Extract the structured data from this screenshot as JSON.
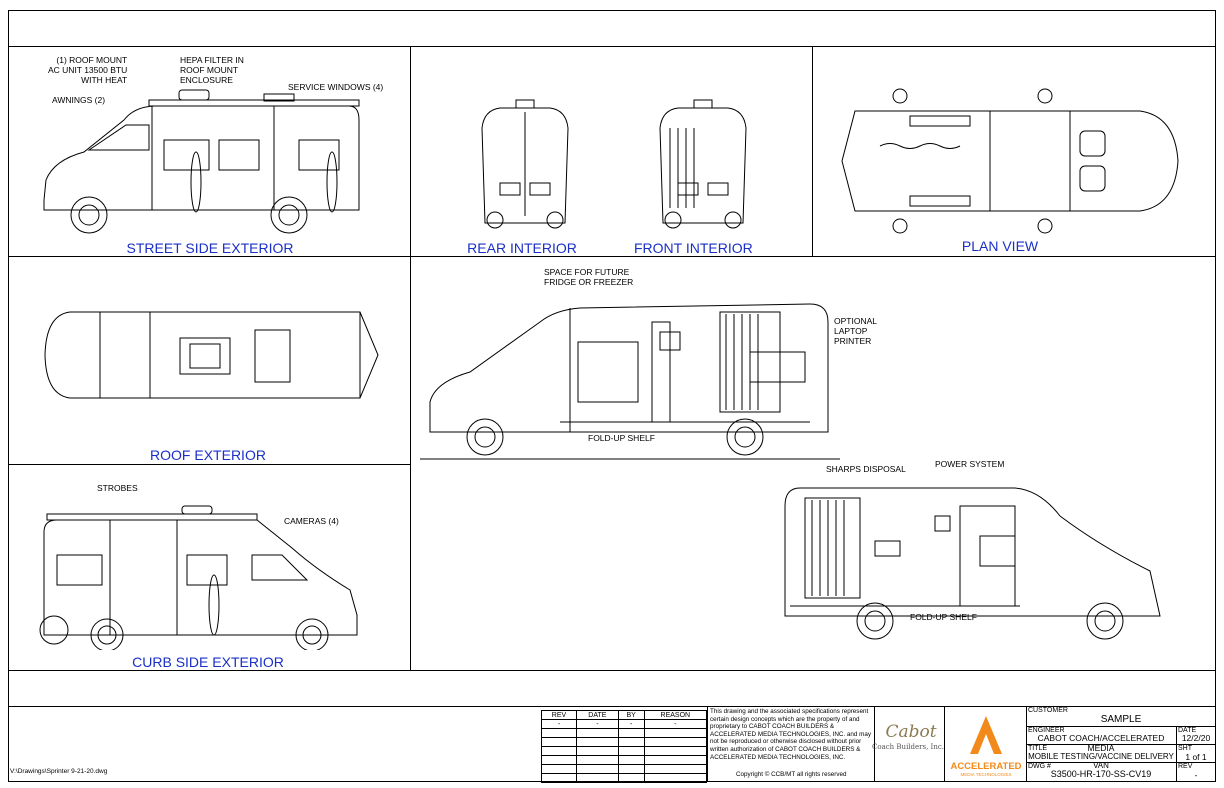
{
  "views": {
    "street_side": {
      "caption": "STREET SIDE EXTERIOR",
      "notes": {
        "ac": "(1) ROOF MOUNT\nAC UNIT 13500 BTU\nWITH HEAT",
        "hepa": "HEPA FILTER IN\nROOF MOUNT\nENCLOSURE",
        "windows": "SERVICE WINDOWS (4)",
        "awnings": "AWNINGS (2)"
      }
    },
    "rear_interior": {
      "caption": "REAR INTERIOR"
    },
    "front_interior": {
      "caption": "FRONT INTERIOR"
    },
    "plan": {
      "caption": "PLAN VIEW"
    },
    "roof": {
      "caption": "ROOF EXTERIOR"
    },
    "curb_side": {
      "caption": "CURB SIDE EXTERIOR",
      "notes": {
        "strobes": "STROBES",
        "cameras": "CAMERAS (4)"
      }
    },
    "interior_cut_1": {
      "notes": {
        "fridge": "SPACE FOR FUTURE\nFRIDGE OR FREEZER",
        "laptop": "OPTIONAL\nLAPTOP\nPRINTER",
        "shelf": "FOLD-UP SHELF"
      }
    },
    "interior_cut_2": {
      "notes": {
        "sharps": "SHARPS DISPOSAL",
        "power": "POWER SYSTEM",
        "shelf": "FOLD-UP SHELF"
      }
    }
  },
  "title_block": {
    "file_path": "V:\\Drawings\\Sprinter 9-21-20.dwg",
    "rev_headers": [
      "REV",
      "DATE",
      "BY",
      "REASON"
    ],
    "rev_rows": [
      [
        "-",
        "-",
        "-",
        "-"
      ]
    ],
    "legal": "This drawing and the associated specifications represent certain design concepts which are the property of and proprietary to CABOT COACH BUILDERS & ACCELERATED MEDIA TECHNOLOGIES, INC. and may not be reproduced or otherwise disclosed without prior written authorization of CABOT COACH BUILDERS & ACCELERATED MEDIA TECHNOLOGIES, INC.",
    "copyright": "Copyright © CCB/MT all rights reserved",
    "cabot_logo": "Cabot",
    "cabot_sub": "Coach Builders, Inc.",
    "accel_logo": "ACCELERATED",
    "accel_sub": "MEDIA TECHNOLOGIES",
    "customer_label": "CUSTOMER",
    "customer": "SAMPLE",
    "engineer_label": "ENGINEER",
    "engineer": "CABOT COACH/ACCELERATED MEDIA",
    "date_label": "DATE",
    "date": "12/2/20",
    "title_label": "TITLE",
    "title": "MOBILE TESTING/VACCINE DELIVERY VAN",
    "sht_label": "SHT",
    "sht": "1 of 1",
    "dwg_label": "DWG #",
    "dwg": "S3500-HR-170-SS-CV19",
    "rev_label": "REV",
    "rev": "-"
  }
}
